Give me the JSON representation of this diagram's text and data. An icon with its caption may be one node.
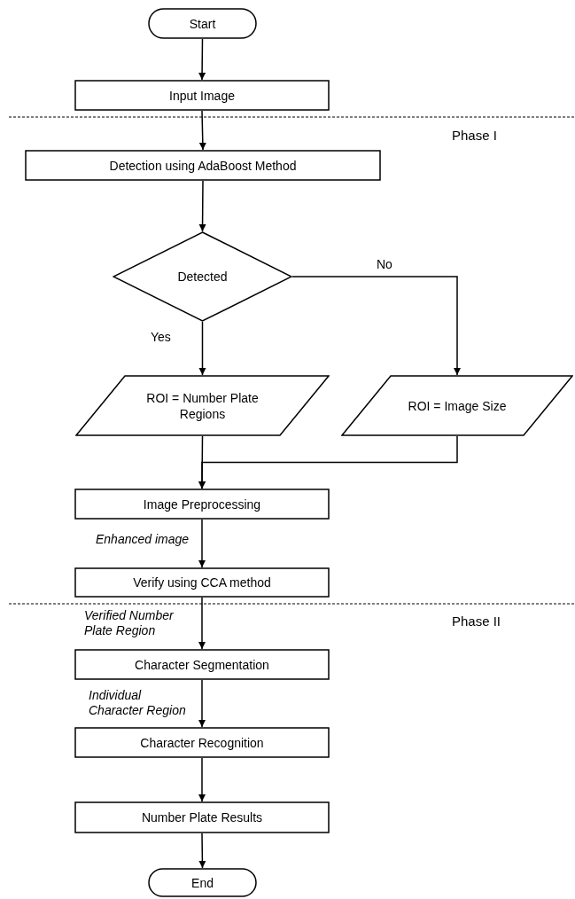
{
  "diagram": {
    "nodes": [
      {
        "text": [
          "Start"
        ]
      },
      {
        "text": [
          "Input Image"
        ]
      },
      {
        "text": [
          "Detection using AdaBoost Method"
        ]
      },
      {
        "text": [
          "Detected"
        ]
      },
      {
        "text": [
          "ROI = Number Plate Regions"
        ]
      },
      {
        "text": [
          "ROI = Image Size"
        ]
      },
      {
        "text": [
          "Image Preprocessing"
        ]
      },
      {
        "text": [
          "Verify using CCA method"
        ]
      },
      {
        "text": [
          "Character Segmentation"
        ]
      },
      {
        "text": [
          "Character Recognition"
        ]
      },
      {
        "text": [
          "Number Plate Results"
        ]
      },
      {
        "text": [
          "End"
        ]
      }
    ],
    "edges": [
      {
        "from": 0,
        "to": 1,
        "arrow": "to"
      },
      {
        "from": 1,
        "to": 2,
        "arrow": "to"
      },
      {
        "from": 2,
        "to": 3,
        "arrow": "to"
      },
      {
        "from": 3,
        "to": 4,
        "arrow": "to",
        "label": "Yes"
      },
      {
        "from": 3,
        "to": 5,
        "arrow": "to",
        "label": "No"
      },
      {
        "from": 4,
        "to": 6,
        "arrow": "to"
      },
      {
        "from": 5,
        "to": 6,
        "arrow": "to"
      },
      {
        "from": 6,
        "to": 7,
        "arrow": "to",
        "label": "Enhanced image"
      },
      {
        "from": 7,
        "to": 8,
        "arrow": "to",
        "label": "Verified Number Plate Region"
      },
      {
        "from": 8,
        "to": 9,
        "arrow": "to",
        "label": "Individual Character Region"
      },
      {
        "from": 9,
        "to": 10,
        "arrow": "to"
      },
      {
        "from": 10,
        "to": 11,
        "arrow": "to"
      }
    ],
    "labels": [
      "Phase I",
      "Phase II"
    ]
  }
}
